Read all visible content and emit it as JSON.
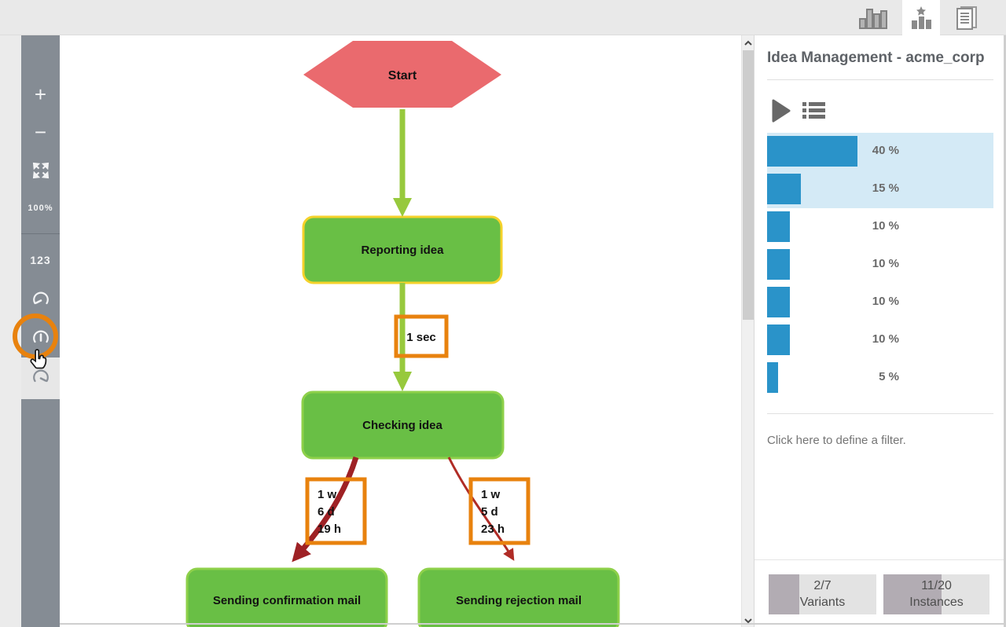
{
  "colors": {
    "accent_blue": "#2a93c9",
    "selection_blue": "#d4eaf6",
    "node_green": "#69bf45",
    "node_border_green": "#8ed04a",
    "node_border_yellow": "#f5d22b",
    "edge_green": "#97c93d",
    "edge_red_dark": "#9e2125",
    "edge_red_light": "#b02c26",
    "highlight_orange": "#e8820e",
    "start_red": "#ea6a6e",
    "sidebar_gray": "#858c94"
  },
  "topbar": {
    "tabs": [
      {
        "id": "statistics",
        "icon": "bar-chart-icon",
        "active": false
      },
      {
        "id": "variants",
        "icon": "starred-chart-icon",
        "active": true
      },
      {
        "id": "log",
        "icon": "document-icon",
        "active": false
      }
    ]
  },
  "sidebar": {
    "zoom_in": "+",
    "zoom_out": "−",
    "zoom_level": "100%",
    "frequency_label": "123"
  },
  "flowchart": {
    "nodes": {
      "start": {
        "label": "Start"
      },
      "reporting": {
        "label": "Reporting idea"
      },
      "checking": {
        "label": "Checking idea"
      },
      "confirmation": {
        "label": "Sending confirmation mail"
      },
      "rejection": {
        "label": "Sending rejection mail"
      }
    },
    "durations": {
      "reporting_to_checking": "1 sec",
      "checking_to_confirmation": [
        "1 w",
        "6 d",
        "19 h"
      ],
      "checking_to_rejection": [
        "1 w",
        "5 d",
        "23 h"
      ]
    }
  },
  "panel": {
    "title": "Idea Management - acme_corp",
    "filter_prompt": "Click here to define a filter.",
    "variants": [
      {
        "pct": 40,
        "label": "40 %",
        "selected": true
      },
      {
        "pct": 15,
        "label": "15 %",
        "selected": true
      },
      {
        "pct": 10,
        "label": "10 %",
        "selected": false
      },
      {
        "pct": 10,
        "label": "10 %",
        "selected": false
      },
      {
        "pct": 10,
        "label": "10 %",
        "selected": false
      },
      {
        "pct": 10,
        "label": "10 %",
        "selected": false
      },
      {
        "pct": 5,
        "label": "5 %",
        "selected": false
      }
    ],
    "footer": {
      "variants_value": "2/7",
      "variants_label": "Variants",
      "variants_fill_pct": 28.6,
      "instances_value": "11/20",
      "instances_label": "Instances",
      "instances_fill_pct": 55
    }
  }
}
